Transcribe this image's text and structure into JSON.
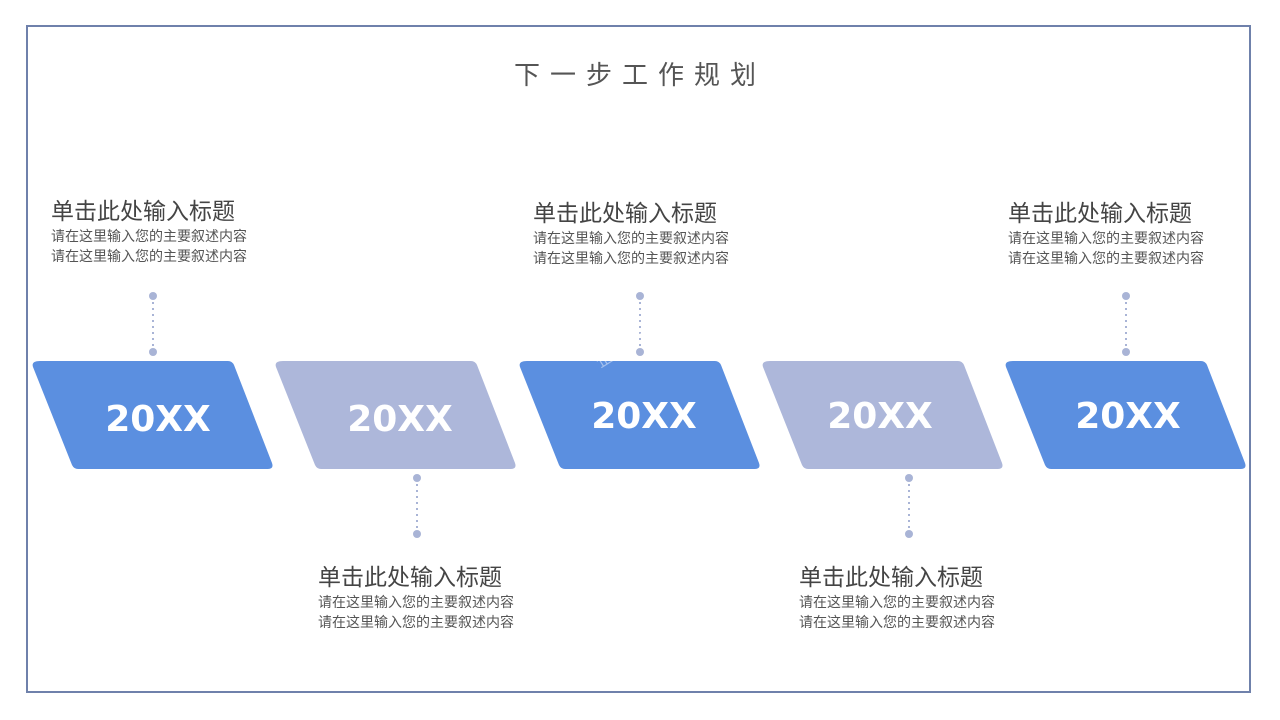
{
  "title": "下一步工作规划",
  "colors": {
    "frame": "#6f81ab",
    "shape_dark": "#5b8fe0",
    "shape_light": "#adb7da",
    "dot": "#a9b4d6"
  },
  "steps": [
    {
      "year": "20XX",
      "tone": "dark",
      "label_side": "top",
      "title": "单击此处输入标题",
      "desc1": "请在这里输入您的主要叙述内容",
      "desc2": "请在这里输入您的主要叙述内容"
    },
    {
      "year": "20XX",
      "tone": "light",
      "label_side": "bottom",
      "title": "单击此处输入标题",
      "desc1": "请在这里输入您的主要叙述内容",
      "desc2": "请在这里输入您的主要叙述内容"
    },
    {
      "year": "20XX",
      "tone": "dark",
      "label_side": "top",
      "title": "单击此处输入标题",
      "desc1": "请在这里输入您的主要叙述内容",
      "desc2": "请在这里输入您的主要叙述内容"
    },
    {
      "year": "20XX",
      "tone": "light",
      "label_side": "bottom",
      "title": "单击此处输入标题",
      "desc1": "请在这里输入您的主要叙述内容",
      "desc2": "请在这里输入您的主要叙述内容"
    },
    {
      "year": "20XX",
      "tone": "dark",
      "label_side": "top",
      "title": "单击此处输入标题",
      "desc1": "请在这里输入您的主要叙述内容",
      "desc2": "请在这里输入您的主要叙述内容"
    }
  ],
  "watermark": "企 PPT素材"
}
